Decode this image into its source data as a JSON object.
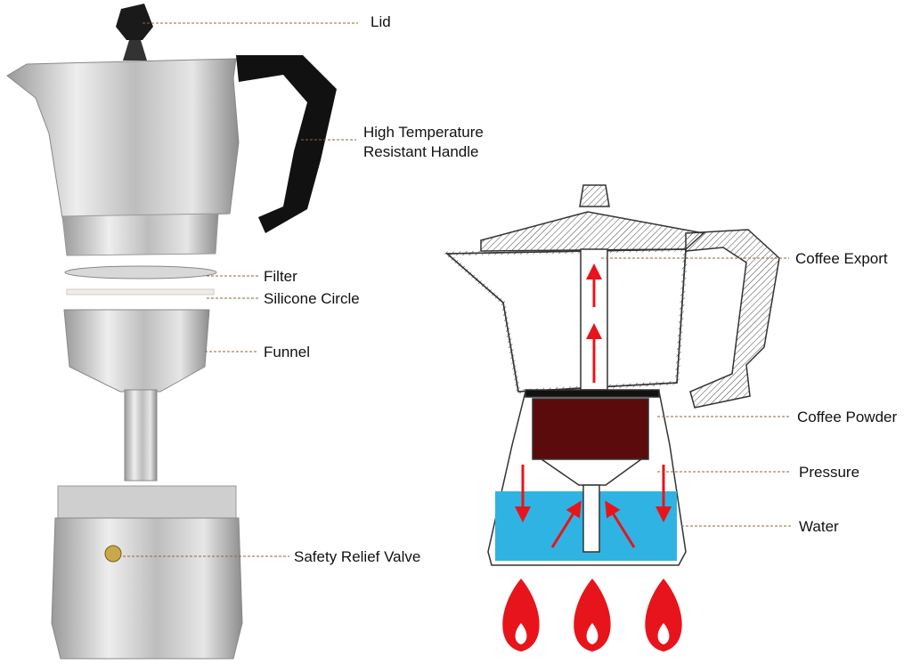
{
  "colors": {
    "aluminum": "#c9c9c9",
    "handle": "#111111",
    "arrow": "#e8141b",
    "water": "#2fb3e3",
    "coffee": "#5b0b0b",
    "flame": "#e8141b",
    "leader": "#8a6a3a"
  },
  "left_labels": {
    "lid": "Lid",
    "handle_line1": "High Temperature",
    "handle_line2": "Resistant Handle",
    "filter": "Filter",
    "silicone": "Silicone Circle",
    "funnel": "Funnel",
    "valve": "Safety Relief Valve"
  },
  "right_labels": {
    "export": "Coffee Export",
    "powder": "Coffee Powder",
    "pressure": "Pressure",
    "water": "Water"
  }
}
